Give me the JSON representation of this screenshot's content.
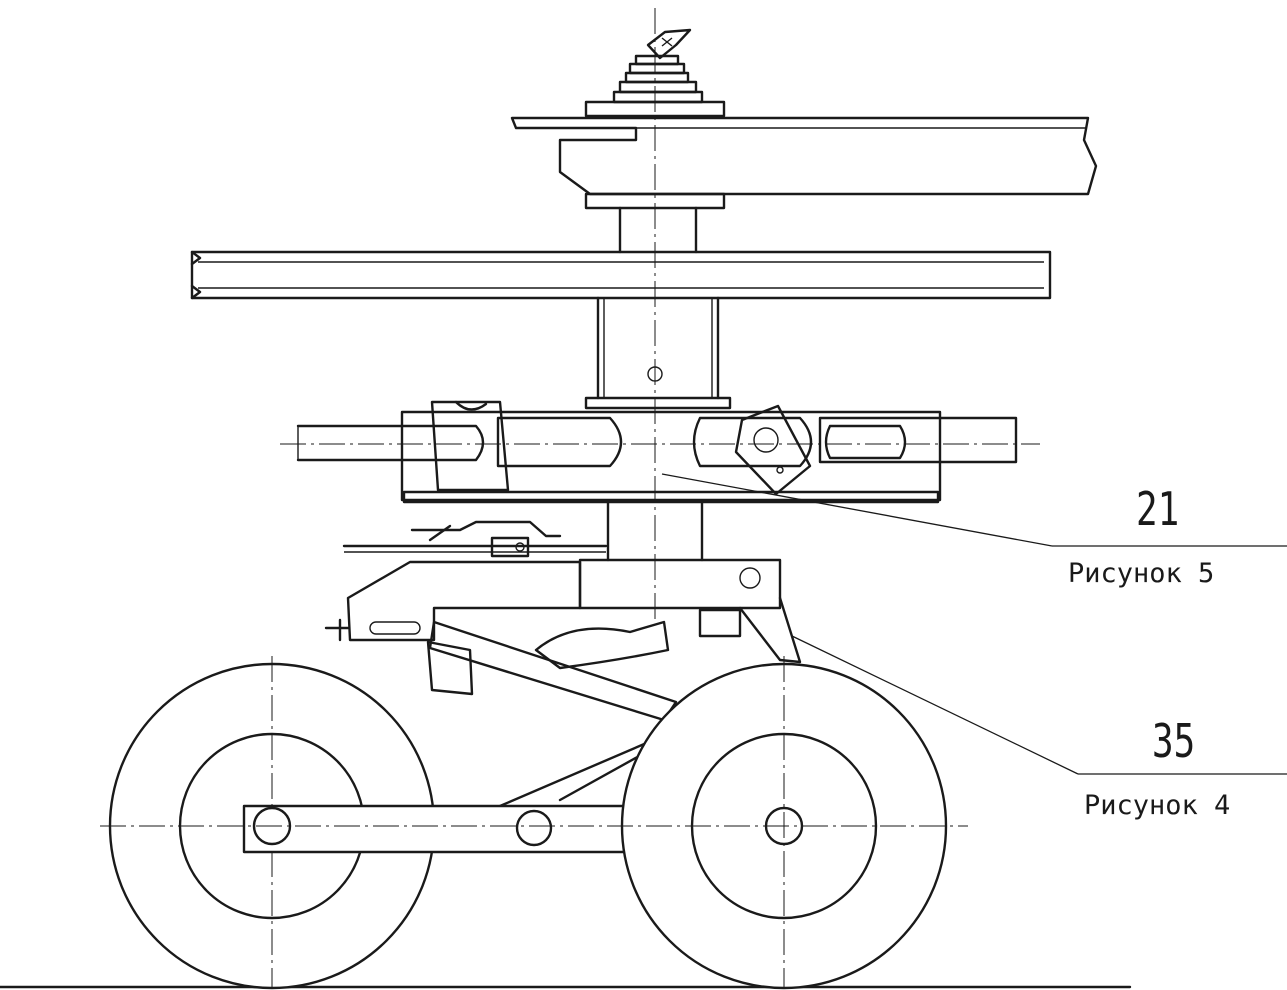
{
  "callouts": [
    {
      "number": "21",
      "caption": "Рисунок 5"
    },
    {
      "number": "35",
      "caption": "Рисунок 4"
    }
  ]
}
